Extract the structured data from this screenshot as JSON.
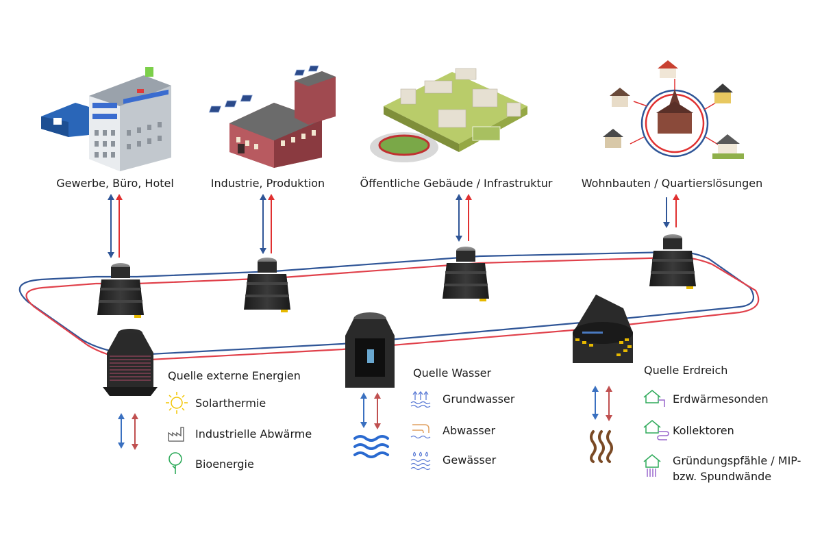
{
  "consumers": [
    {
      "label": "Gewerbe, Büro, Hotel"
    },
    {
      "label": "Industrie, Produktion"
    },
    {
      "label": "Öffentliche Gebäude / Infrastruktur"
    },
    {
      "label": "Wohnbauten / Quartierslösungen"
    }
  ],
  "sources": [
    {
      "title": "Quelle externe Energien",
      "items": [
        {
          "label": "Solarthermie",
          "icon": "sun-icon"
        },
        {
          "label": "Industrielle Abwärme",
          "icon": "factory-icon"
        },
        {
          "label": "Bioenergie",
          "icon": "tree-icon"
        }
      ]
    },
    {
      "title": "Quelle Wasser",
      "items": [
        {
          "label": "Grundwasser",
          "icon": "groundwater-icon"
        },
        {
          "label": "Abwasser",
          "icon": "wastewater-pipe-icon"
        },
        {
          "label": "Gewässer",
          "icon": "water-body-icon"
        }
      ]
    },
    {
      "title": "Quelle Erdreich",
      "items": [
        {
          "label": "Erdwärmesonden",
          "icon": "geothermal-probe-icon"
        },
        {
          "label": "Kollektoren",
          "icon": "collector-icon"
        },
        {
          "label": "Gründungspfähle / MIP-",
          "label2": "bzw. Spundwände",
          "icon": "foundation-pile-icon"
        }
      ]
    }
  ],
  "colors": {
    "flow_cold": "#2f5597",
    "flow_hot": "#e03030",
    "pipe_blue": "#2f5597",
    "pipe_red": "#e0404a",
    "shaft": "#2b2b2b",
    "icon_yellow": "#f2c500",
    "icon_blue": "#5b7bd5",
    "icon_green": "#2eaa5a",
    "icon_orange": "#e0a060",
    "icon_purple": "#9966cc",
    "soil_brown": "#7a4a25"
  }
}
